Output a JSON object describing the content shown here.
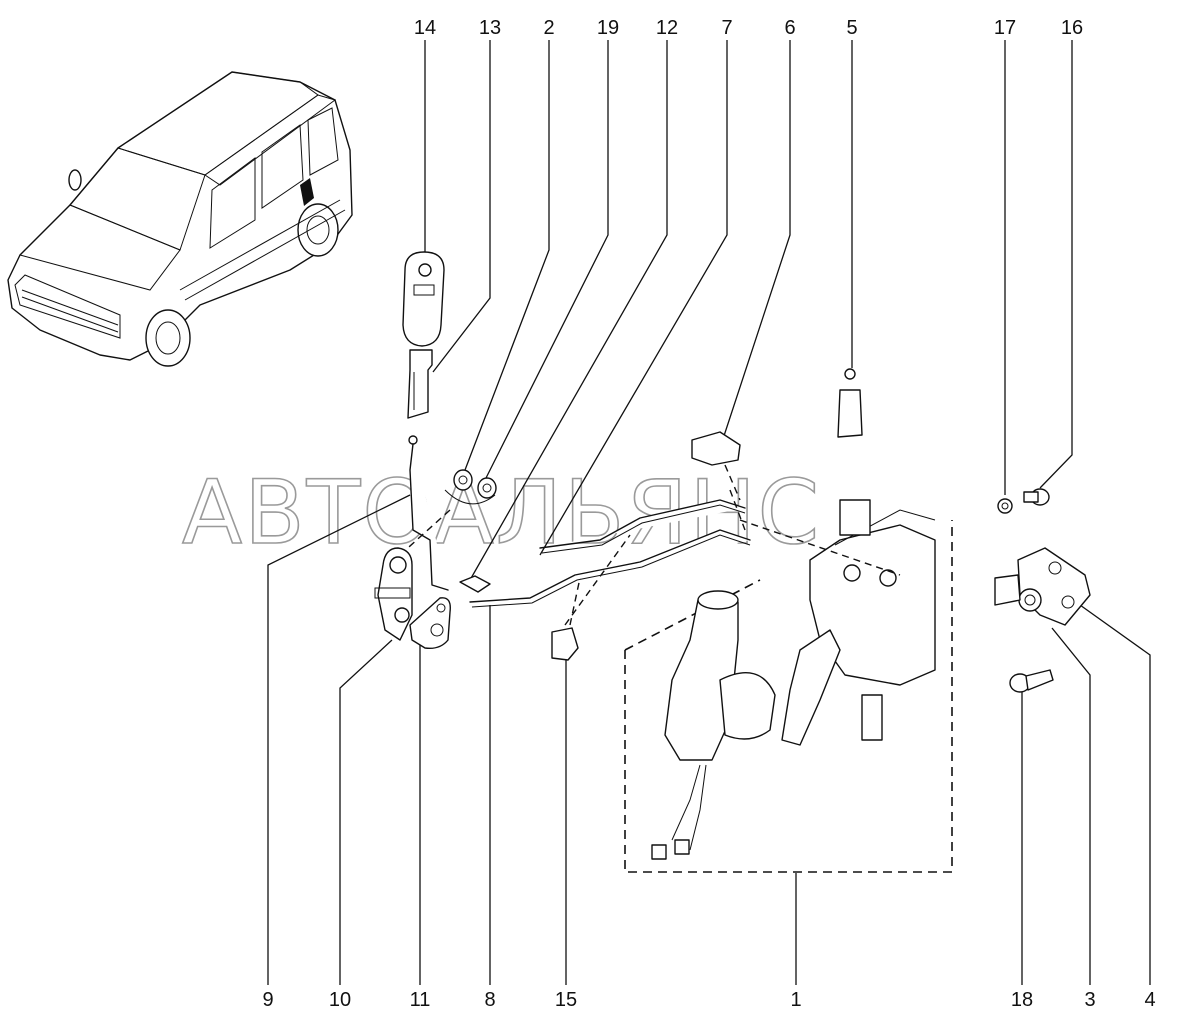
{
  "watermark": "АВТОАЛЬЯНС",
  "callouts_top": [
    "14",
    "13",
    "2",
    "19",
    "12",
    "7",
    "6",
    "5",
    "17",
    "16"
  ],
  "callouts_bottom": [
    "9",
    "10",
    "11",
    "8",
    "15",
    "1",
    "18",
    "3",
    "4"
  ]
}
